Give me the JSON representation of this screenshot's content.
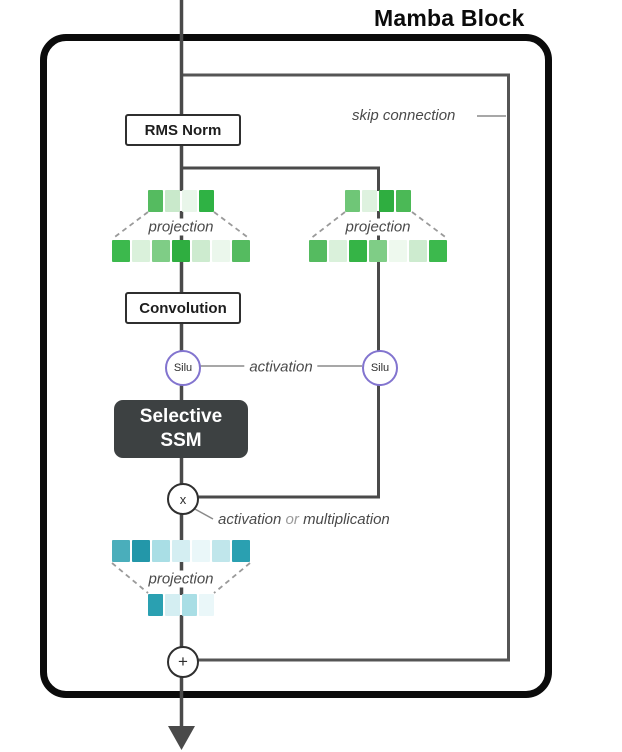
{
  "title": "Mamba Block",
  "nodes": {
    "rms_norm": "RMS Norm",
    "convolution": "Convolution",
    "selective_ssm_line1": "Selective",
    "selective_ssm_line2": "SSM",
    "silu_left": "Silu",
    "silu_right": "Silu",
    "multiply_symbol": "x",
    "add_symbol": "+"
  },
  "annotations": {
    "skip_connection": "skip connection",
    "projection_left": "projection",
    "projection_right": "projection",
    "projection_output": "projection",
    "activation": "activation",
    "gate": {
      "pre": "activation",
      "or": "or",
      "post": "multiplication"
    }
  },
  "tensors": {
    "input_left_small": [
      "#55bb60",
      "#c9e9cb",
      "#e9f6ea",
      "#2fb244"
    ],
    "input_left_wide": [
      "#3cb94d",
      "#daf1db",
      "#7fcd86",
      "#2fae40",
      "#cdebcf",
      "#ebf7ec",
      "#55bb60"
    ],
    "input_right_small": [
      "#6fc677",
      "#def2df",
      "#2fae40",
      "#4bb956"
    ],
    "input_right_wide": [
      "#55bb60",
      "#daf1db",
      "#35b446",
      "#7fcd86",
      "#eef9ee",
      "#cdebcf",
      "#3cb94d"
    ],
    "output_wide": [
      "#4aaebb",
      "#2397a9",
      "#a9dee5",
      "#d4eef2",
      "#eaf7f9",
      "#c0e6eb",
      "#2aa0b1"
    ],
    "output_small": [
      "#2aa0b1",
      "#d4eef2",
      "#a9dee5",
      "#eaf7f9"
    ]
  },
  "colors": {
    "flow_line": "#4a4a4a",
    "skip_line": "#555555",
    "dashed_projection": "#9a9a9a",
    "block_border": "#0b0b0b",
    "op_box_border": "#2f2f2f",
    "ssm_box_bg": "#3d4142",
    "ssm_box_text": "#ffffff",
    "silu_border": "#8274cf",
    "annotation_text": "#4a4a4a",
    "or_text": "#9a9a9a"
  }
}
